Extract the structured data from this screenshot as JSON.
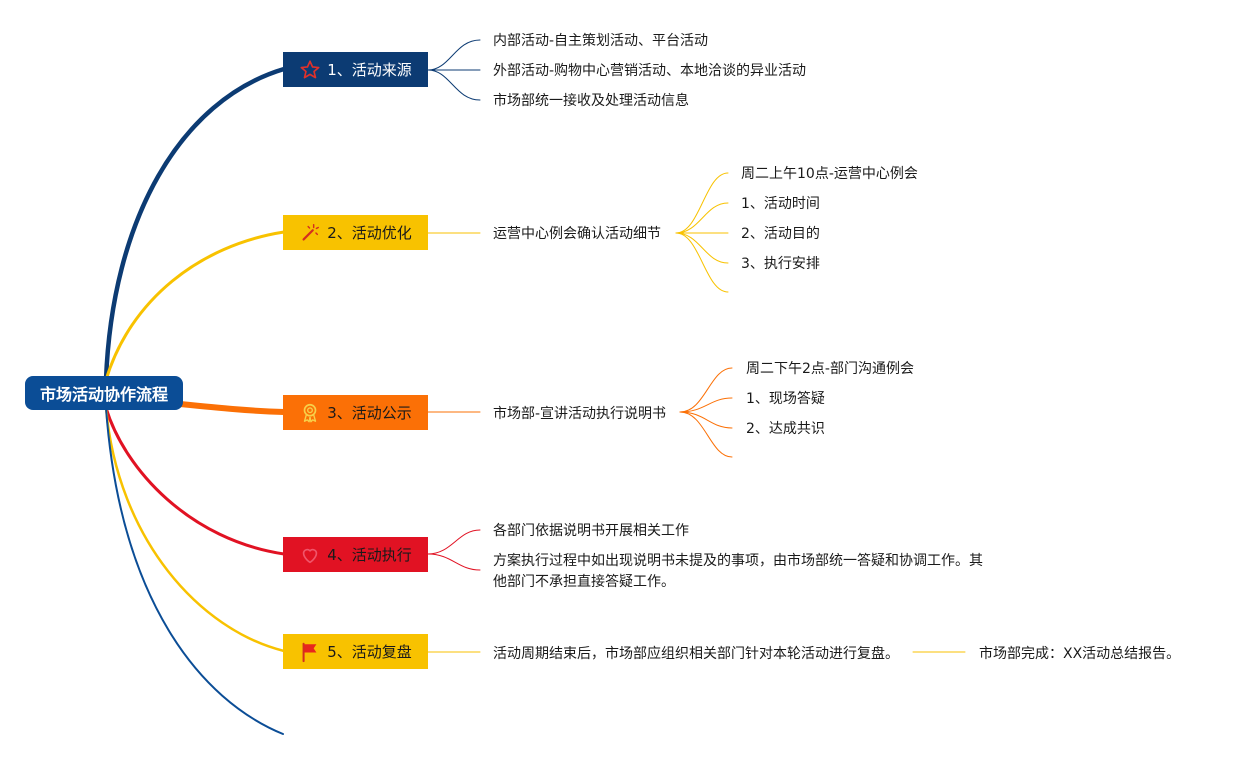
{
  "root": {
    "label": "市场活动协作流程"
  },
  "branches": [
    {
      "label": "1、活动来源",
      "icon": "star-icon",
      "color": "#0c3b73",
      "children": [
        "内部活动-自主策划活动、平台活动",
        "外部活动-购物中心营销活动、本地洽谈的异业活动",
        "市场部统一接收及处理活动信息"
      ]
    },
    {
      "label": "2、活动优化",
      "icon": "magic-wand-icon",
      "color": "#f8c200",
      "children": [
        "运营中心例会确认活动细节"
      ],
      "subchildren": [
        "周二上午10点-运营中心例会",
        "1、活动时间",
        "2、活动目的",
        "3、执行安排"
      ]
    },
    {
      "label": "3、活动公示",
      "icon": "award-icon",
      "color": "#fb7006",
      "children": [
        "市场部-宣讲活动执行说明书"
      ],
      "subchildren": [
        "周二下午2点-部门沟通例会",
        "1、现场答疑",
        "2、达成共识"
      ]
    },
    {
      "label": "4、活动执行",
      "icon": "heart-icon",
      "color": "#e11223",
      "children": [
        "各部门依据说明书开展相关工作",
        "方案执行过程中如出现说明书未提及的事项，由市场部统一答疑和协调工作。其他部门不承担直接答疑工作。"
      ]
    },
    {
      "label": "5、活动复盘",
      "icon": "flag-icon",
      "color": "#f8c200",
      "children": [
        "活动周期结束后，市场部应组织相关部门针对本轮活动进行复盘。"
      ],
      "subchildren": [
        "市场部完成：XX活动总结报告。"
      ]
    }
  ]
}
